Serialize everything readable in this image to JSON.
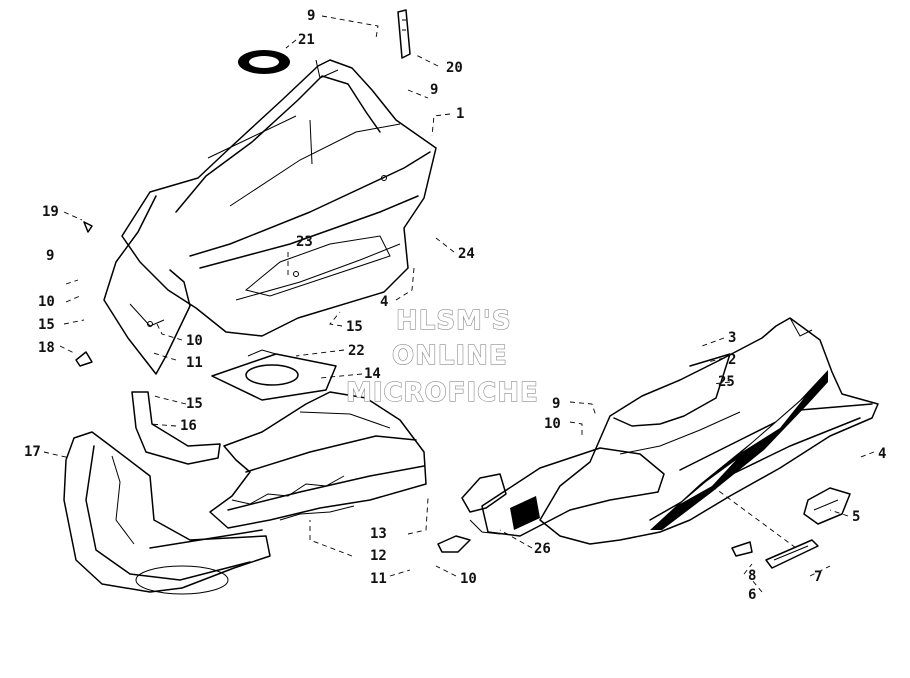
{
  "diagram": {
    "callouts": [
      {
        "id": "c-9-top",
        "text": "9"
      },
      {
        "id": "c-21",
        "text": "21"
      },
      {
        "id": "c-20",
        "text": "20"
      },
      {
        "id": "c-9-right",
        "text": "9"
      },
      {
        "id": "c-1",
        "text": "1"
      },
      {
        "id": "c-19",
        "text": "19"
      },
      {
        "id": "c-23",
        "text": "23"
      },
      {
        "id": "c-24",
        "text": "24"
      },
      {
        "id": "c-9-left",
        "text": "9"
      },
      {
        "id": "c-10-left",
        "text": "10"
      },
      {
        "id": "c-4-mid",
        "text": "4"
      },
      {
        "id": "c-15-left",
        "text": "15"
      },
      {
        "id": "c-15-mid",
        "text": "15"
      },
      {
        "id": "c-18",
        "text": "18"
      },
      {
        "id": "c-10-mid",
        "text": "10"
      },
      {
        "id": "c-22",
        "text": "22"
      },
      {
        "id": "c-11-mid",
        "text": "11"
      },
      {
        "id": "c-14",
        "text": "14"
      },
      {
        "id": "c-15-low",
        "text": "15"
      },
      {
        "id": "c-16",
        "text": "16"
      },
      {
        "id": "c-17",
        "text": "17"
      },
      {
        "id": "c-3",
        "text": "3"
      },
      {
        "id": "c-2",
        "text": "2"
      },
      {
        "id": "c-25",
        "text": "25"
      },
      {
        "id": "c-9-lowmid",
        "text": "9"
      },
      {
        "id": "c-10-lowmid",
        "text": "10"
      },
      {
        "id": "c-4-right",
        "text": "4"
      },
      {
        "id": "c-5",
        "text": "5"
      },
      {
        "id": "c-13",
        "text": "13"
      },
      {
        "id": "c-12",
        "text": "12"
      },
      {
        "id": "c-26",
        "text": "26"
      },
      {
        "id": "c-11-low",
        "text": "11"
      },
      {
        "id": "c-10-low",
        "text": "10"
      },
      {
        "id": "c-8",
        "text": "8"
      },
      {
        "id": "c-7",
        "text": "7"
      },
      {
        "id": "c-6",
        "text": "6"
      }
    ],
    "watermark": [
      "HLSM'S",
      "ONLINE",
      "MICROFICHE"
    ]
  }
}
